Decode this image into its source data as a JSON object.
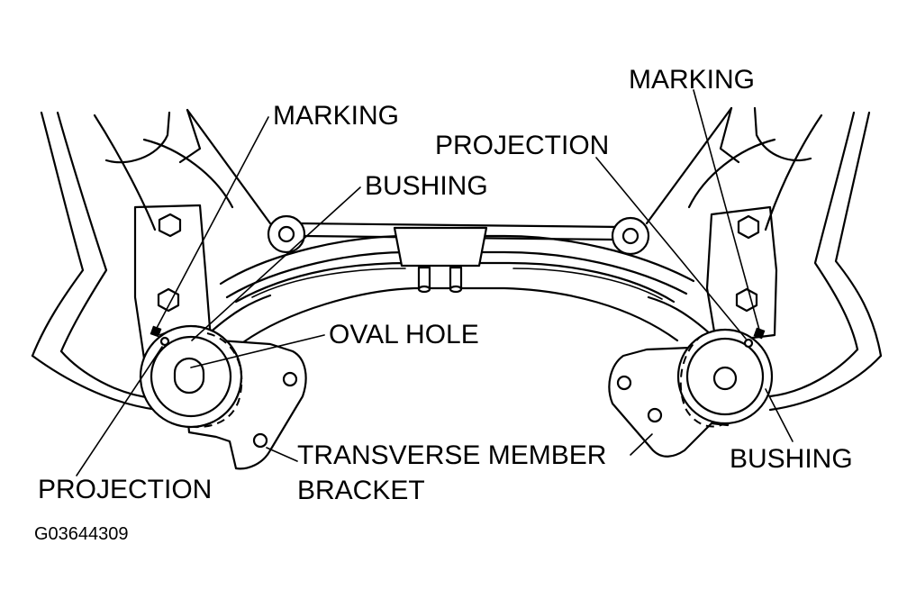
{
  "labels": {
    "marking_left": "MARKING",
    "marking_right": "MARKING",
    "projection_top": "PROJECTION",
    "bushing_top": "BUSHING",
    "oval_hole": "OVAL HOLE",
    "projection_bottom": "PROJECTION",
    "transverse_member": "TRANSVERSE MEMBER",
    "bracket": "BRACKET",
    "bushing_right": "BUSHING"
  },
  "figure_code": "G03644309"
}
